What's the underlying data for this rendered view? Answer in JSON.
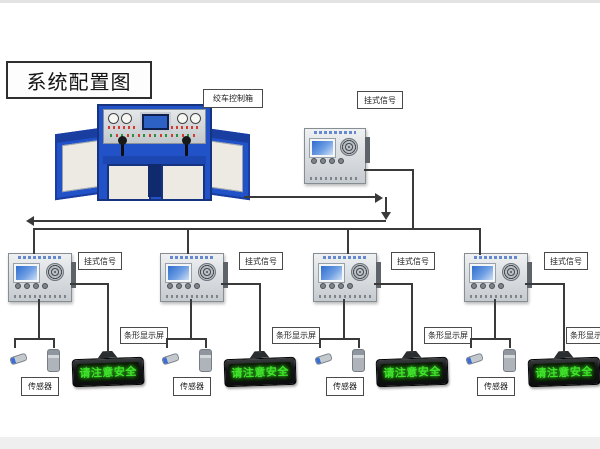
{
  "page": {
    "title": "系统配置图"
  },
  "labels": {
    "console": "绞车控制箱",
    "signal": "挂式信号",
    "display": "条形显示屏",
    "sensor": "传感器"
  },
  "led": {
    "text": "请注意安全",
    "color": "#3fe32a"
  },
  "colors": {
    "console_blue": "#2152c8",
    "device_gray": "#d9dde0",
    "line": "#3a3a3a",
    "led_green": "#3fe32a"
  }
}
